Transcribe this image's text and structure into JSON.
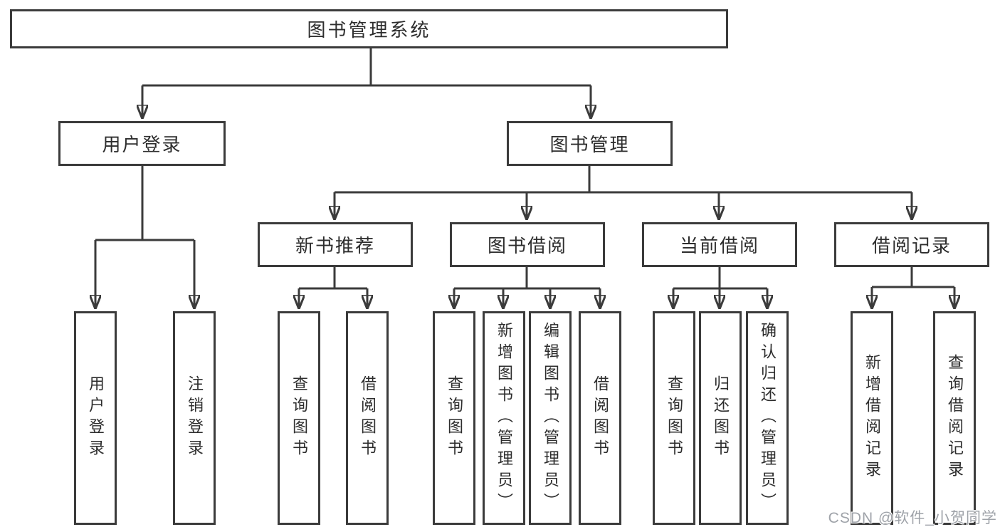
{
  "nodes": {
    "root": "图书管理系统",
    "user_login": "用户登录",
    "book_mgmt": "图书管理",
    "new_books": "新书推荐",
    "book_borrow": "图书借阅",
    "current_borrow": "当前借阅",
    "borrow_records": "借阅记录",
    "leaf_user_login": "用户登录",
    "leaf_logout": "注销登录",
    "leaf_nb_query": "查询图书",
    "leaf_nb_borrow": "借阅图书",
    "leaf_bb_query": "查询图书",
    "leaf_bb_add": "新增图书（管理员）",
    "leaf_bb_edit": "编辑图书（管理员）",
    "leaf_bb_borrow": "借阅图书",
    "leaf_cb_query": "查询图书",
    "leaf_cb_return": "归还图书",
    "leaf_cb_confirm": "确认归还（管理员）",
    "leaf_br_add": "新增借阅记录",
    "leaf_br_query": "查询借阅记录"
  },
  "watermark": "CSDN @软件_小贺同学",
  "colors": {
    "line": "#3b3b3b",
    "text": "#2d2d2d",
    "watermark": "#9fa3a9",
    "background": "#ffffff"
  }
}
